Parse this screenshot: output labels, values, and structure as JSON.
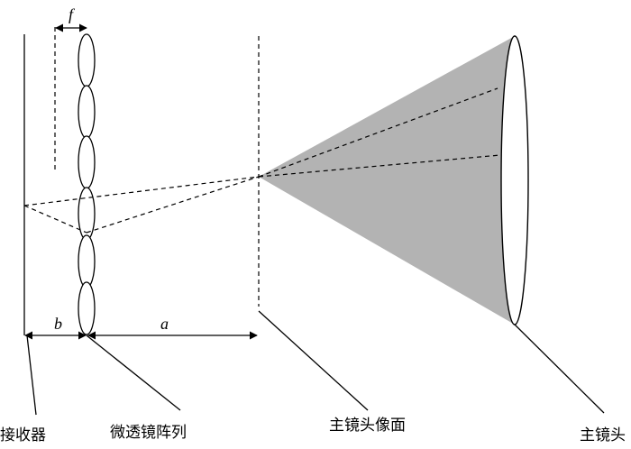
{
  "labels": {
    "receiver": "接收器",
    "microlens_array": "微透镜阵列",
    "main_lens_image_plane": "主镜头像面",
    "main_lens": "主镜头"
  },
  "dimensions": {
    "focal_length": "f",
    "receiver_to_array": "b",
    "array_to_image_plane": "a"
  },
  "colors": {
    "cone_fill": "#b3b3b3",
    "line": "#000000"
  },
  "microlens_count": 6
}
